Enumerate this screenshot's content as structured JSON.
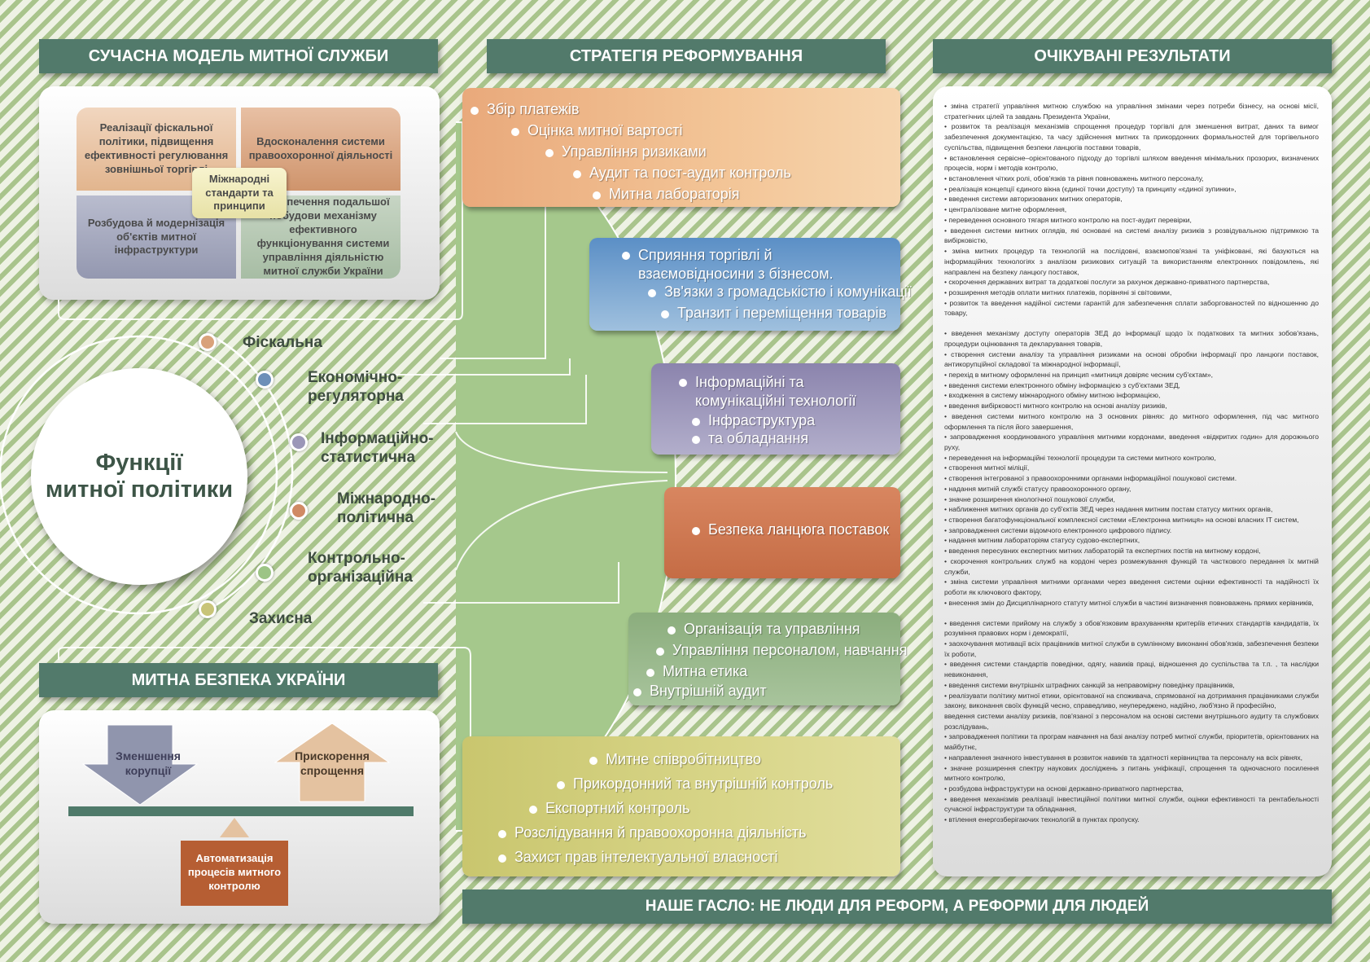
{
  "headers": {
    "model": "СУЧАСНА МОДЕЛЬ МИТНОЇ СЛУЖБИ",
    "strategy": "СТРАТЕГІЯ РЕФОРМУВАННЯ",
    "results": "ОЧІКУВАНІ РЕЗУЛЬТАТИ",
    "security": "МИТНА БЕЗПЕКА УКРАЇНИ",
    "slogan": "НАШЕ ГАСЛО:  НЕ ЛЮДИ ДЛЯ РЕФОРМ, А РЕФОРМИ ДЛЯ ЛЮДЕЙ"
  },
  "model": {
    "top_left": "Реалізації фіскальної політики, підвищення ефективності регулювання зовнішньої  торгівлі",
    "top_right": "Вдосконалення системи правоохоронної діяльності",
    "bottom_left": "Розбудова й модернізація об'єктів митної інфраструктури",
    "bottom_right": "Забезпечення подальшої побудови механізму ефективного функціонування системи управління діяльністю митної служби України",
    "center": "Міжнародні стандарти та принципи"
  },
  "functions": {
    "title_line1": "Функції",
    "title_line2": "митної політики",
    "items": [
      {
        "l1": "Фіскальна",
        "l2": "",
        "color": "#d9a27a"
      },
      {
        "l1": "Економічно-",
        "l2": "регуляторна",
        "color": "#6d8fb8"
      },
      {
        "l1": "Інформаційно-",
        "l2": "статистична",
        "color": "#9b96b8"
      },
      {
        "l1": "Міжнародно-",
        "l2": "політична",
        "color": "#d08a64"
      },
      {
        "l1": "Контрольно-",
        "l2": "організаційна",
        "color": "#9cc485"
      },
      {
        "l1": "Захисна",
        "l2": "",
        "color": "#c8c478"
      }
    ]
  },
  "strategy": {
    "band1": [
      "Збір платежів",
      "Оцінка митної вартості",
      "Управління ризиками",
      "Аудит та пост-аудит контроль",
      "Митна лабораторія"
    ],
    "band2": [
      "Сприяння торгівлі й взаємовідносини з бізнесом.",
      "Зв'язки з громадськістю і комунікації",
      "Транзит і переміщення товарів"
    ],
    "band3": [
      "Інформаційні та комунікаційні технології",
      "Інфраструктура",
      "та обладнання"
    ],
    "band4": [
      "Безпека ланцюга поставок"
    ],
    "band5": [
      "Організація та управління",
      "Управління персоналом, навчання",
      "Митна етика",
      "Внутрішній аудит"
    ],
    "band6": [
      "Митне співробітництво",
      "Прикордонний та внутрішній контроль",
      "Експортний контроль",
      "Розслідування й правоохоронна діяльність",
      "Захист прав інтелектуальної власності"
    ]
  },
  "security": {
    "down": "Зменшення корупції",
    "up": "Прискорення спрощення",
    "auto": "Автоматизація процесів митного контролю"
  },
  "results": [
    "•   зміна стратегії управління митною службою на управління змінами через потреби бізнесу, на основі місії, стратегічних цілей та завдань Президента України,",
    "•   розвиток та реалізація механізмів спрощення процедур торгівлі для зменшення витрат, даних та вимог забезпечення документацією, та часу здійснення митних та прикордонних формальностей для торгівельного суспільства, підвищення безпеки ланцюгів поставки товарів,",
    "•   встановлення сервісне–орієнтованого підходу до торгівлі шляхом введення мінімальних прозорих, визначених процесів, норм і методів контролю,",
    "•   встановлення чітких ролі, обов'язків та рівня повноважень митного персоналу,",
    "•   реалізація концепції єдиного вікна (єдиної точки доступу) та принципу «єдиної зупинки»,",
    "•   введення системи авторизованих митних операторів,",
    "•   централізоване митне оформлення,",
    "•   переведення основного тягаря митного контролю на пост-аудит перевірки,",
    "•   введення системи митних оглядів, які основані на системі аналізу ризиків з розвідувальною підтримкою та вибірковістю,",
    "•   зміна митних процедур та технологій на послідовні, взаємопов'язані та уніфіковані, які базуються на інформаційних технологіях з аналізом ризикових ситуацій та використанням електронних повідомлень, які направлені на безпеку ланцюгу поставок,",
    "•   скорочення державних витрат та додаткові послуги за рахунок державно-приватного партнерства,",
    "•   розширення методів оплати митних платежів, порівняні зі світовими,",
    "•   розвиток та введення надійної системи гарантій для забезпечення сплати заборгованостей по відношенню до товару,",
    "",
    "•   введення механізму доступу операторів ЗЕД до інформації щодо їх податкових та митних зобов'язань, процедури оцінювання та декларування товарів,",
    "•   створення системи аналізу та управління ризиками на основі обробки інформації про ланцюги поставок, антикорупційної складової та міжнародної інформації,",
    "•   перехід в митному оформленні на принцип «митниця довіряє чесним суб'єктам»,",
    "•   введення системи електронного обміну інформацією з суб'єктами ЗЕД,",
    "•   входження в систему міжнародного обміну митною інформацією,",
    "•   введення вибірковості митного контролю на основі аналізу ризиків,",
    "•   введення системи митного контролю на 3 основних рівнях: до митного оформлення, під час митного оформлення та після його завершення,",
    "•   запровадження координованого управління митними кордонами, введення «відкритих годин» для дорожнього руху,",
    "•   переведення на інформаційні технології процедури та системи митного контролю,",
    "•   створення митної міліції,",
    "•   створення інтегрованої з правоохоронними органами інформаційної пошукової системи.",
    "•   надання митній службі статусу правоохоронного органу,",
    "•   значне розширення кінологічної пошукової служби,",
    "•   наближення митних органів до суб'єктів ЗЕД через надання митним постам статусу митних органів,",
    "•   створення багатофункціональної комплексної системи «Електронна митниця» на основі власних ІТ систем,",
    "•   запровадження системи відомчого електронного цифрового підпису.",
    "•   надання митним лабораторіям статусу судово-експертних,",
    "•   введення пересувних експертних митних лабораторій та експертних постів на митному кордоні,",
    "•   скорочення контрольних служб на кордоні через розмежування функцій та часткового передання їх митній служби,",
    "•   зміна системи управління митними органами через введення системи оцінки ефективності та надійності їх роботи як ключового фактору,",
    "•   внесення змін до Дисциплінарного статуту митної служби в частині визначення повноважень прямих керівників,",
    "",
    "•   введення системи прийому на службу з обов'язковим врахуванням критеріїв етичних стандартів кандидатів, їх розуміння правових норм і демократії,",
    "•   заохочування мотивації всіх працівників митної служби в сумлінному виконанні обов'язків, забезпечення безпеки їх роботи,",
    "•   введення системи стандартів поведінки, одягу, навиків праці, відношення до суспільства та т.п. , та наслідки невиконання,",
    "•   введення системи внутрішніх штрафних санкцій за неправомірну поведінку працівників,",
    "•   реалізувати політику митної етики, орієнтованої на споживача, спрямованої на дотримання працівниками служби закону, виконання своїх функцій чесно, справедливо, неупереджено, надійно, люб'язно й професійно,",
    "введення системи аналізу ризиків, пов'язаної з персоналом на основі системи внутрішнього аудиту та службових розслідувань,",
    "•   запровадження політики та програм навчання на базі аналізу потреб митної служби, пріоритетів, орієнтованих на майбутнє,",
    "•   направлення значного інвестування в розвиток навиків та здатності керівництва та персоналу на всіх рівнях,",
    "•   значне розширення спектру наукових досліджень з питань уніфікації, спрощення та одночасного посилення митного контролю,",
    "•   розбудова інфраструктури на основі державно-приватного партнерства,",
    "•   введення механізмів реалізації інвестиційної політики митної служби, оцінки ефективності та рентабельності сучасної інфраструктури та обладнання,",
    "•   втілення енергозберігаючих технологій в пунктах пропуску."
  ]
}
